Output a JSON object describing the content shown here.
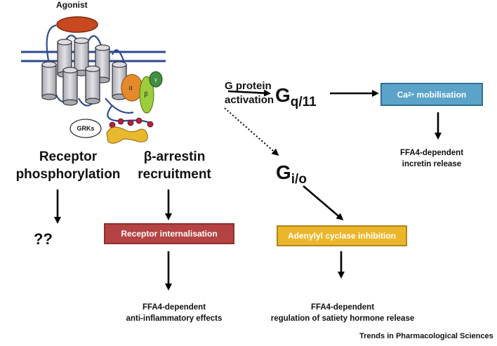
{
  "labels": {
    "agonist": "Agonist",
    "grks": "GRKs",
    "alpha": "α",
    "beta": "β",
    "gamma": "γ",
    "gprotein_line1": "G protein",
    "gprotein_line2": "activation",
    "gq_main": "G",
    "gq_sub": "q/11",
    "gi_main": "G",
    "gi_sub": "i/o",
    "receptor_phos_line1": "Receptor",
    "receptor_phos_line2": "phosphorylation",
    "barrestin_line1": "β-arrestin",
    "barrestin_line2": "recruitment",
    "unknown": "??"
  },
  "boxes": {
    "ca_pre": "Ca",
    "ca_sup": "2+",
    "ca_post": " mobilisation",
    "receptor_internalisation": "Receptor internalisation",
    "adenylyl_cyclase": "Adenylyl cyclase inhibition"
  },
  "notes": {
    "incretin_line1": "FFA4-dependent",
    "incretin_line2": "incretin release",
    "anti_line1": "FFA4-dependent",
    "anti_line2": "anti-inflammatory effects",
    "satiety_line1": "FFA4-dependent",
    "satiety_line2": "regulation of satiety hormone release"
  },
  "credit": "Trends in Pharmacological Sciences",
  "colors": {
    "ca_box": "#5ba3c9",
    "internalisation_box": "#b54343",
    "adenylyl_box": "#ecb62a",
    "agonist": "#c8481f",
    "membrane": "#2e4a8f",
    "helix": "#c9c9cf",
    "alpha_subunit": "#e48a2a",
    "beta_subunit": "#9ccd3c",
    "gamma_subunit": "#3f8f3f",
    "arrestin": "#e8b92e",
    "phospho": "#b3213a"
  }
}
